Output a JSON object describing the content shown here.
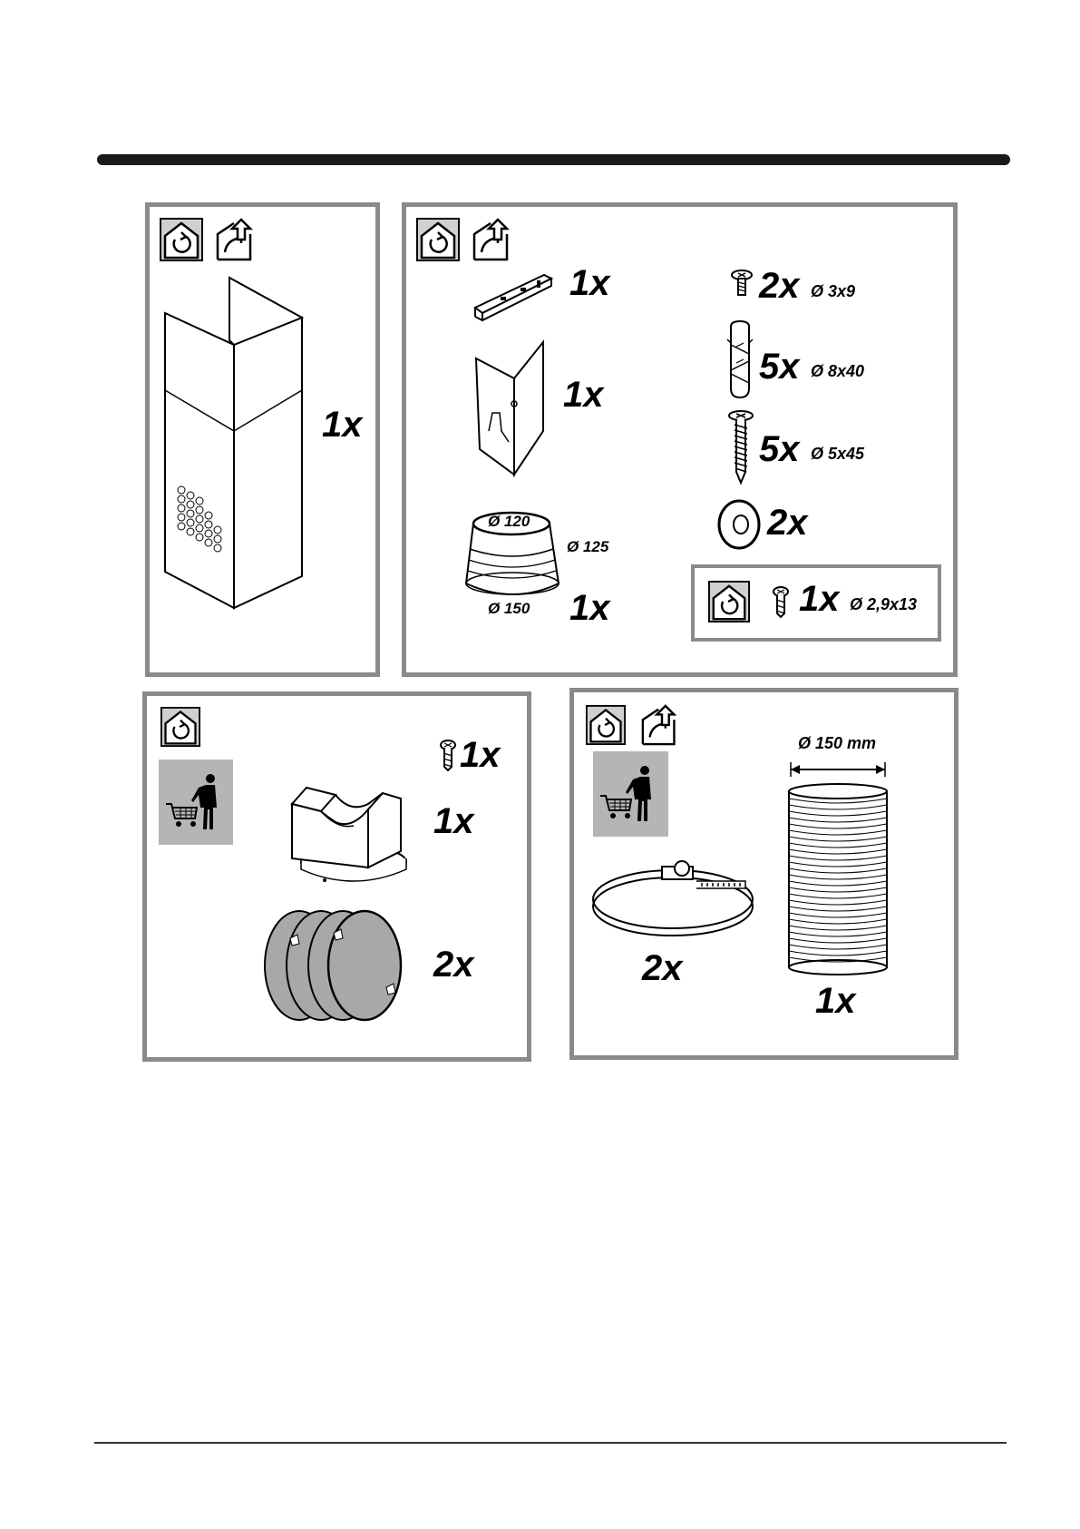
{
  "panels": {
    "chimney": {
      "quantity": "1x"
    },
    "fixings": {
      "bracket_qty": "1x",
      "corner_piece_qty": "1x",
      "adapter_qty": "1x",
      "adapter_dim_top": "Ø 120",
      "adapter_dim_mid": "Ø 125",
      "adapter_dim_bottom": "Ø 150",
      "screw_small_qty": "2x",
      "screw_small_dim": "Ø 3x9",
      "wallplug_qty": "5x",
      "wallplug_dim": "Ø 8x40",
      "screw_long_qty": "5x",
      "screw_long_dim": "Ø 5x45",
      "washer_qty": "2x",
      "recirc_screw_qty": "1x",
      "recirc_screw_dim": "Ø 2,9x13"
    },
    "recirculation": {
      "screw_qty": "1x",
      "deflector_qty": "1x",
      "filter_qty": "2x"
    },
    "extraction": {
      "hose_dim": "Ø 150 mm",
      "clamp_qty": "2x",
      "hose_qty": "1x"
    }
  }
}
